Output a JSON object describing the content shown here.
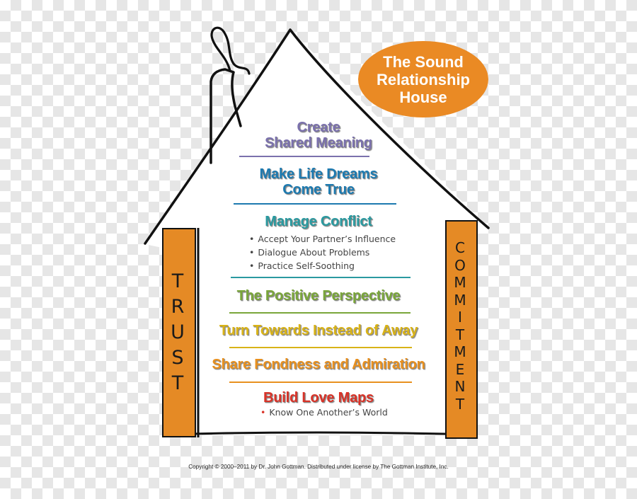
{
  "badge": {
    "lines": [
      "The Sound",
      "Relationship",
      "House"
    ],
    "color": "#ea8a24"
  },
  "pillars": {
    "left": {
      "letters": [
        "T",
        "R",
        "U",
        "S",
        "T"
      ]
    },
    "right": {
      "letters": [
        "C",
        "O",
        "M",
        "M",
        "I",
        "T",
        "M",
        "E",
        "N",
        "T"
      ]
    },
    "color": "#e58a25"
  },
  "levels": [
    {
      "lines": [
        "Create",
        "Shared Meaning"
      ],
      "color": "#7b71ad"
    },
    {
      "lines": [
        "Make Life Dreams",
        "Come True"
      ],
      "color": "#1d7ab0"
    },
    {
      "lines": [
        "Manage Conflict"
      ],
      "color": "#2a9aa0",
      "bullets": [
        "Accept Your Partner’s Influence",
        "Dialogue About Problems",
        "Practice Self-Soothing"
      ]
    },
    {
      "lines": [
        "The Positive Perspective"
      ],
      "color": "#7aa63a"
    },
    {
      "lines": [
        "Turn Towards Instead of Away"
      ],
      "color": "#d9b317"
    },
    {
      "lines": [
        "Share Fondness and Admiration"
      ],
      "color": "#e8901f"
    },
    {
      "lines": [
        "Build Love Maps"
      ],
      "color": "#d93328",
      "bullets": [
        "Know One Another’s World"
      ]
    }
  ],
  "copyright": "Copyright © 2000–2011 by Dr. John Gottman. Distributed under license by The Gottman Institute, Inc."
}
